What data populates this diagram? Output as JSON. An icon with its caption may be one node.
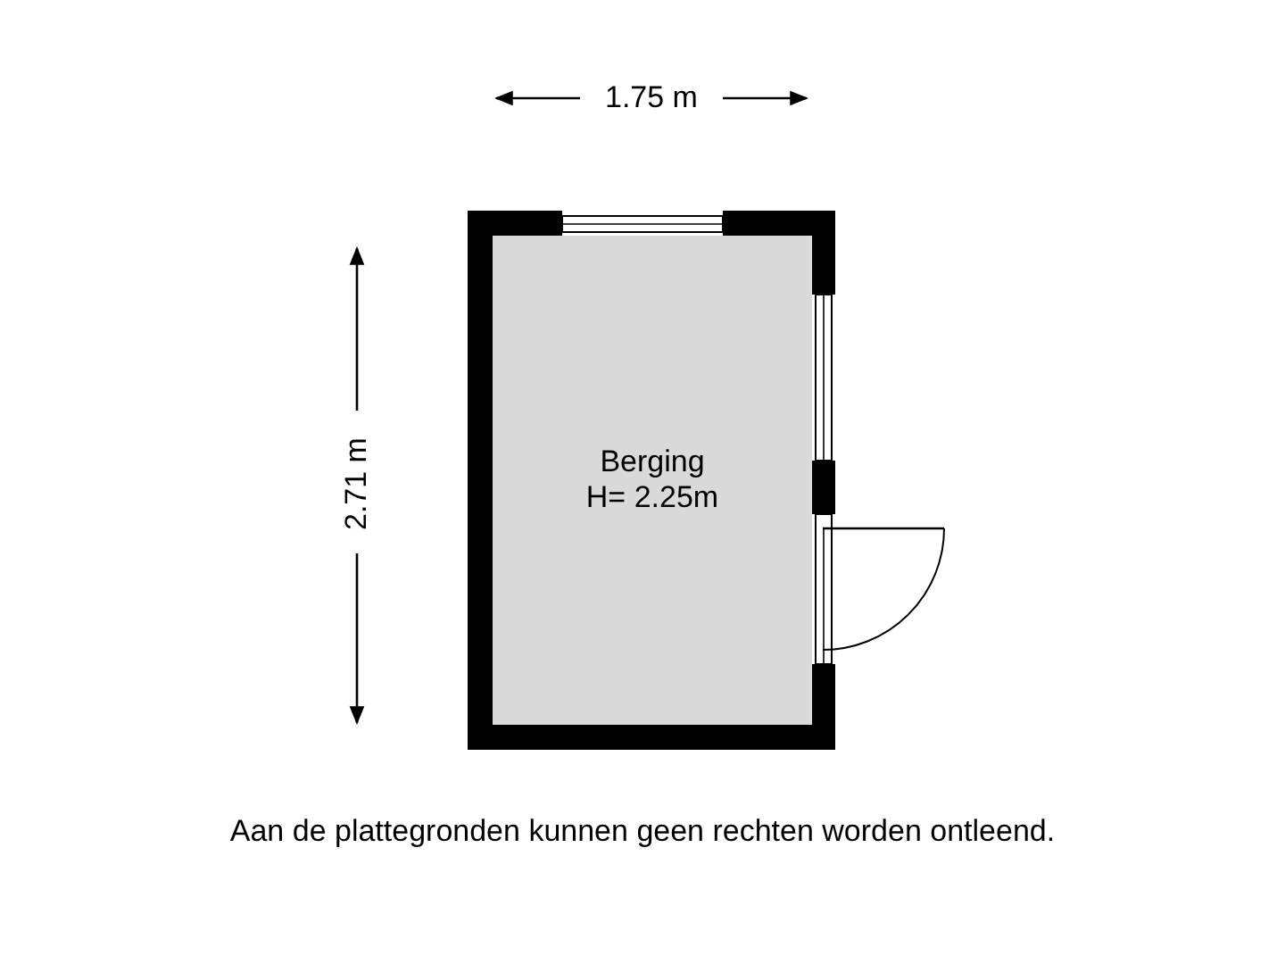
{
  "diagram": {
    "nodes": [
      {
        "text": [
          "Berging",
          "H= 2.25m"
        ]
      }
    ],
    "labels": [
      "1.75 m",
      "2.71 m",
      "Aan de plattegronden kunnen geen rechten worden ontleend."
    ]
  }
}
